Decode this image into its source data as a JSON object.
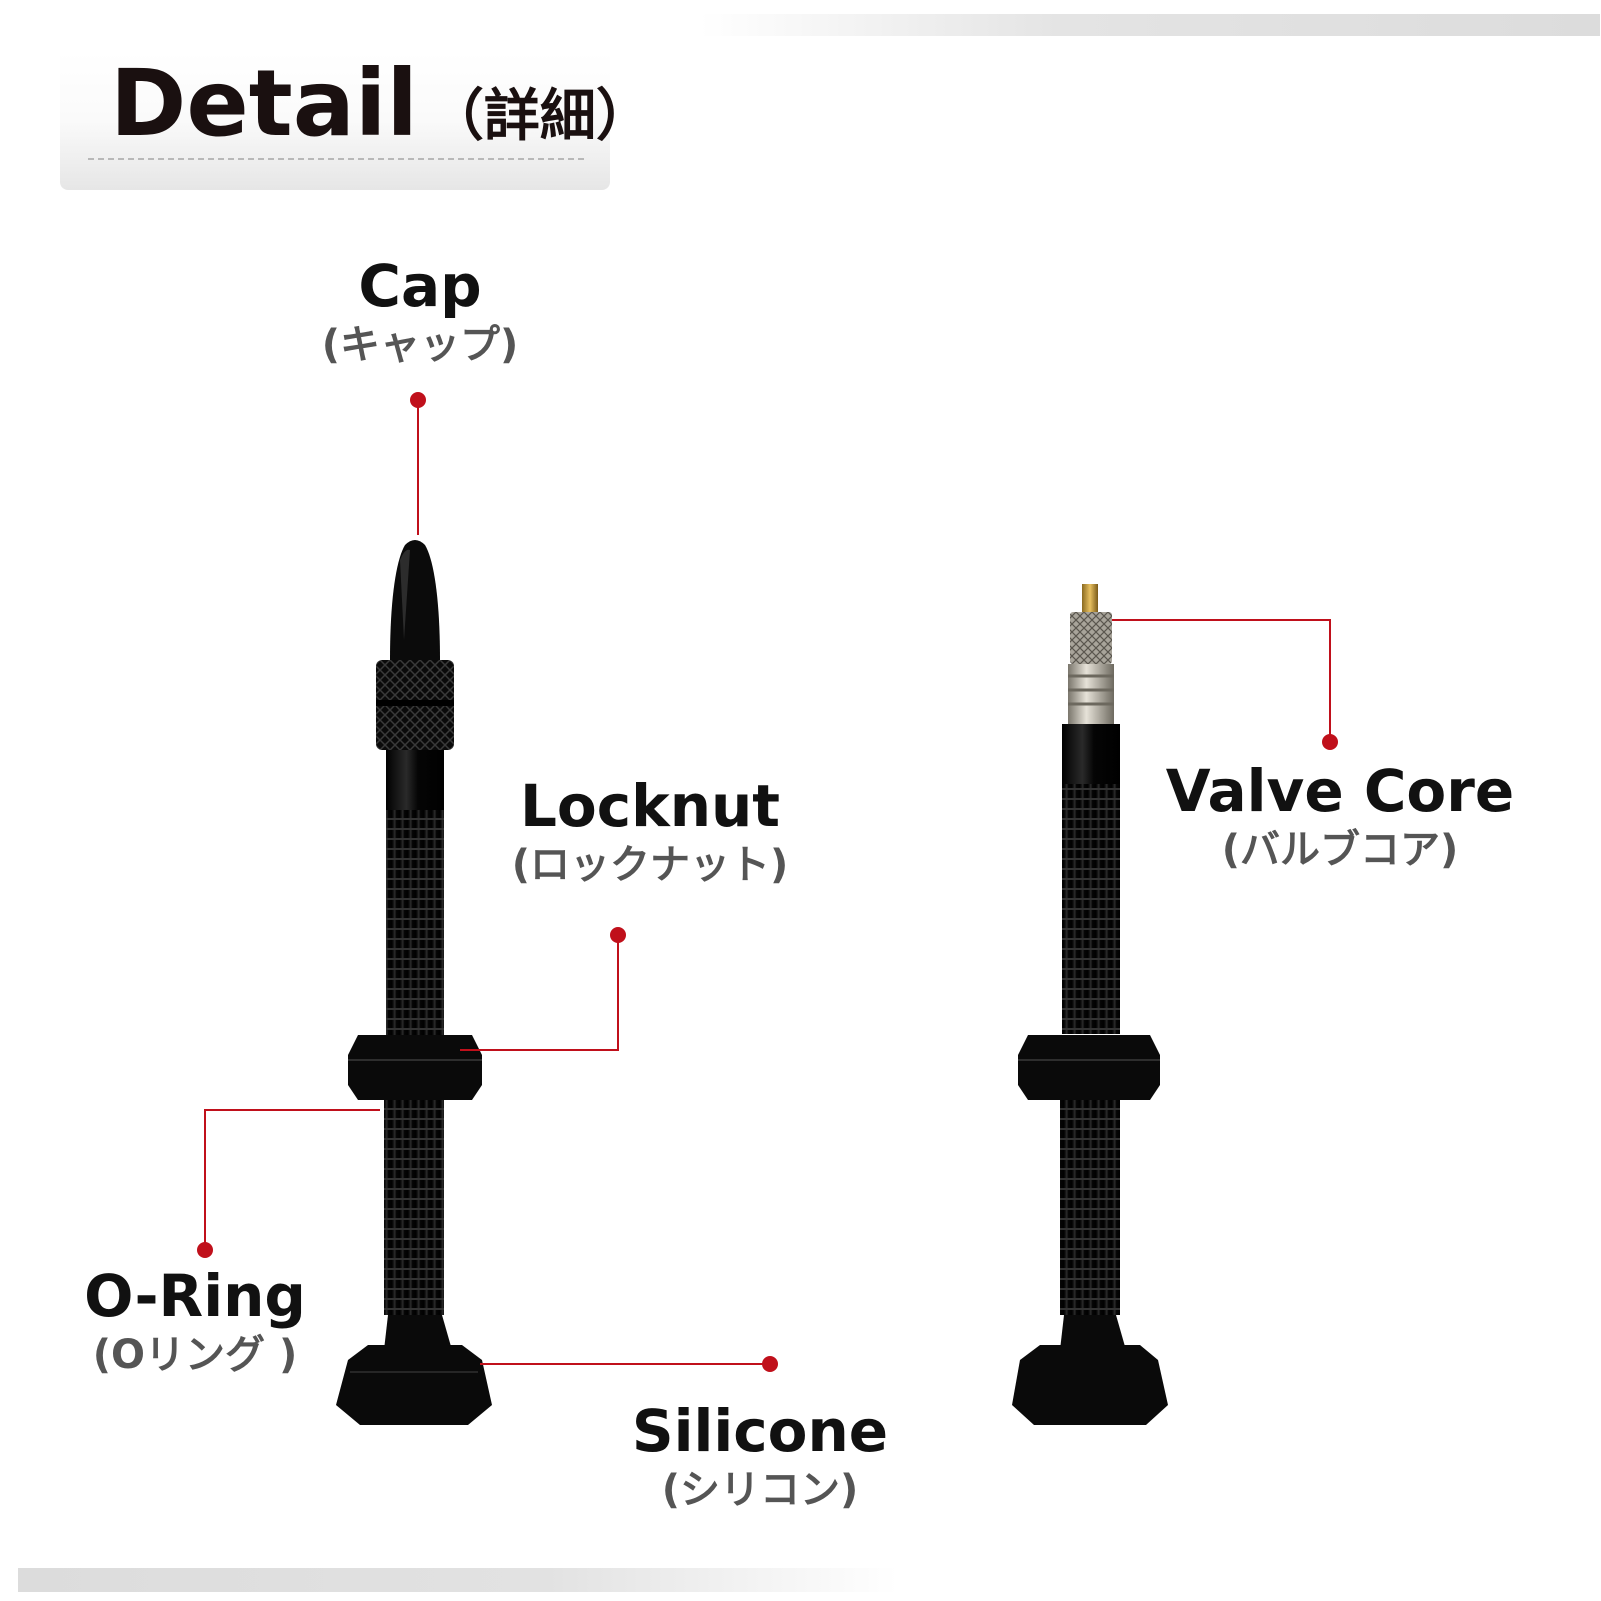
{
  "header": {
    "title_en": "Detail",
    "title_jp": "（詳細）"
  },
  "labels": {
    "cap": {
      "en": "Cap",
      "jp": "(キャップ)"
    },
    "locknut": {
      "en": "Locknut",
      "jp": "(ロックナット)"
    },
    "oring": {
      "en": "O-Ring",
      "jp": "(Oリング )"
    },
    "silicone": {
      "en": "Silicone",
      "jp": "(シリコン)"
    },
    "valve_core": {
      "en": "Valve Core",
      "jp": "(バルブコア)"
    }
  },
  "colors": {
    "callout": "#c0101b",
    "valve_body": "#0a0a0a",
    "core_metal": "#b8b4a8"
  }
}
